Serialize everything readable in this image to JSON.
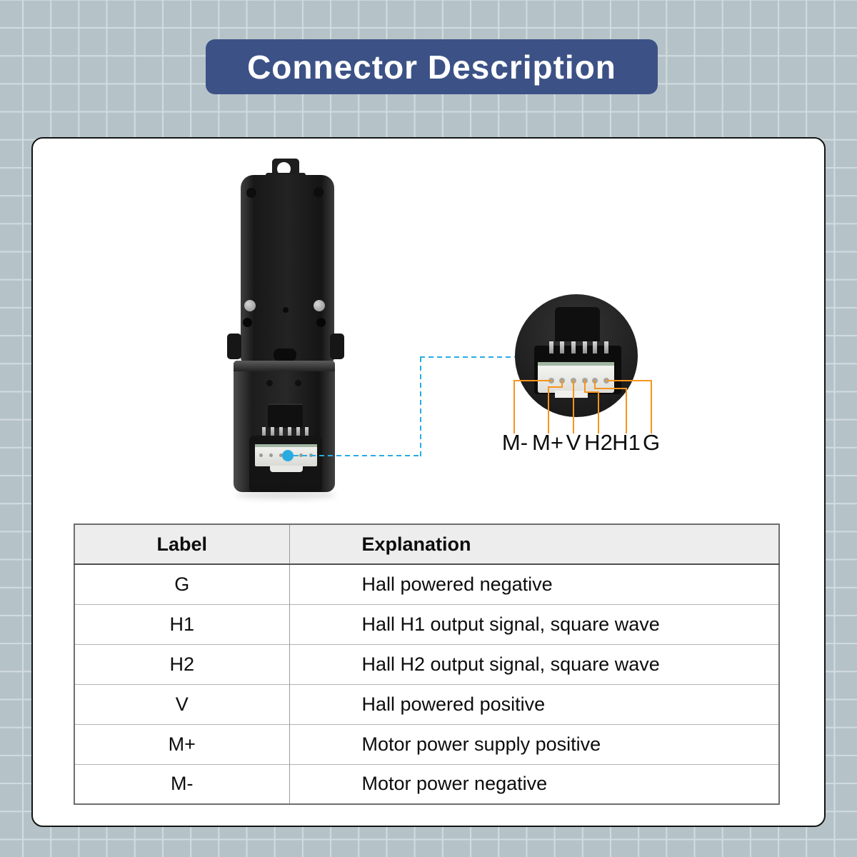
{
  "banner": {
    "title": "Connector Description"
  },
  "diagram": {
    "pin_labels": [
      "M-",
      "M+",
      "V",
      "H2",
      "H1",
      "G"
    ]
  },
  "table": {
    "headers": [
      "Label",
      "Explanation"
    ],
    "rows": [
      [
        "G",
        "Hall powered negative"
      ],
      [
        "H1",
        "Hall H1 output signal, square wave"
      ],
      [
        "H2",
        "Hall H2 output signal, square wave"
      ],
      [
        "V",
        "Hall powered positive"
      ],
      [
        "M+",
        "Motor power supply positive"
      ],
      [
        "M-",
        "Motor power negative"
      ]
    ]
  },
  "colors": {
    "background": "#b5c3c9",
    "banner_bg": "#3c5286",
    "callout_orange": "#f7941d",
    "leader_cyan": "#29abe2"
  }
}
